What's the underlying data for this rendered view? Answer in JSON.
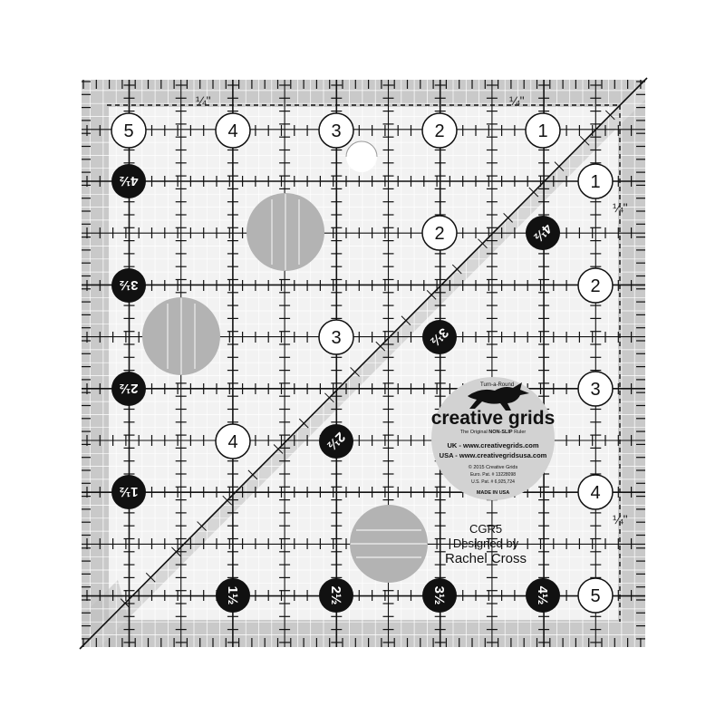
{
  "ruler": {
    "model": "CGR5",
    "designed_by": "Designed by",
    "designer": "Rachel Cross",
    "quarter_mark": "¼\"",
    "top_numbers": [
      "5",
      "4",
      "3",
      "2",
      "1"
    ],
    "right_numbers": [
      "1",
      "2",
      "3",
      "4",
      "5"
    ],
    "inner_numbers": [
      "2",
      "3",
      "4"
    ],
    "half_numbers": [
      "4½",
      "3½",
      "2½",
      "1½"
    ]
  },
  "logo": {
    "turn_a_round": "Turn-a-Round",
    "brand": "creative grids",
    "tagline_pre": "The Original ",
    "tagline_strong": "NON-SLIP",
    "tagline_post": " Ruler",
    "uk_site": "UK - www.creativegrids.com",
    "usa_site": "USA - www.creativegridsusa.com",
    "copyright": "© 2015 Creative Grids",
    "euro_pat": "Euro. Pat. # 13228098",
    "us_pat": "U.S. Pat. # 6,925,724",
    "made_in": "MADE IN USA"
  },
  "colors": {
    "border_band": "#c9c9c9",
    "grid_line": "#111111",
    "grip_circle": "#b3b3b3",
    "logo_seal": "#d2d2d2"
  }
}
